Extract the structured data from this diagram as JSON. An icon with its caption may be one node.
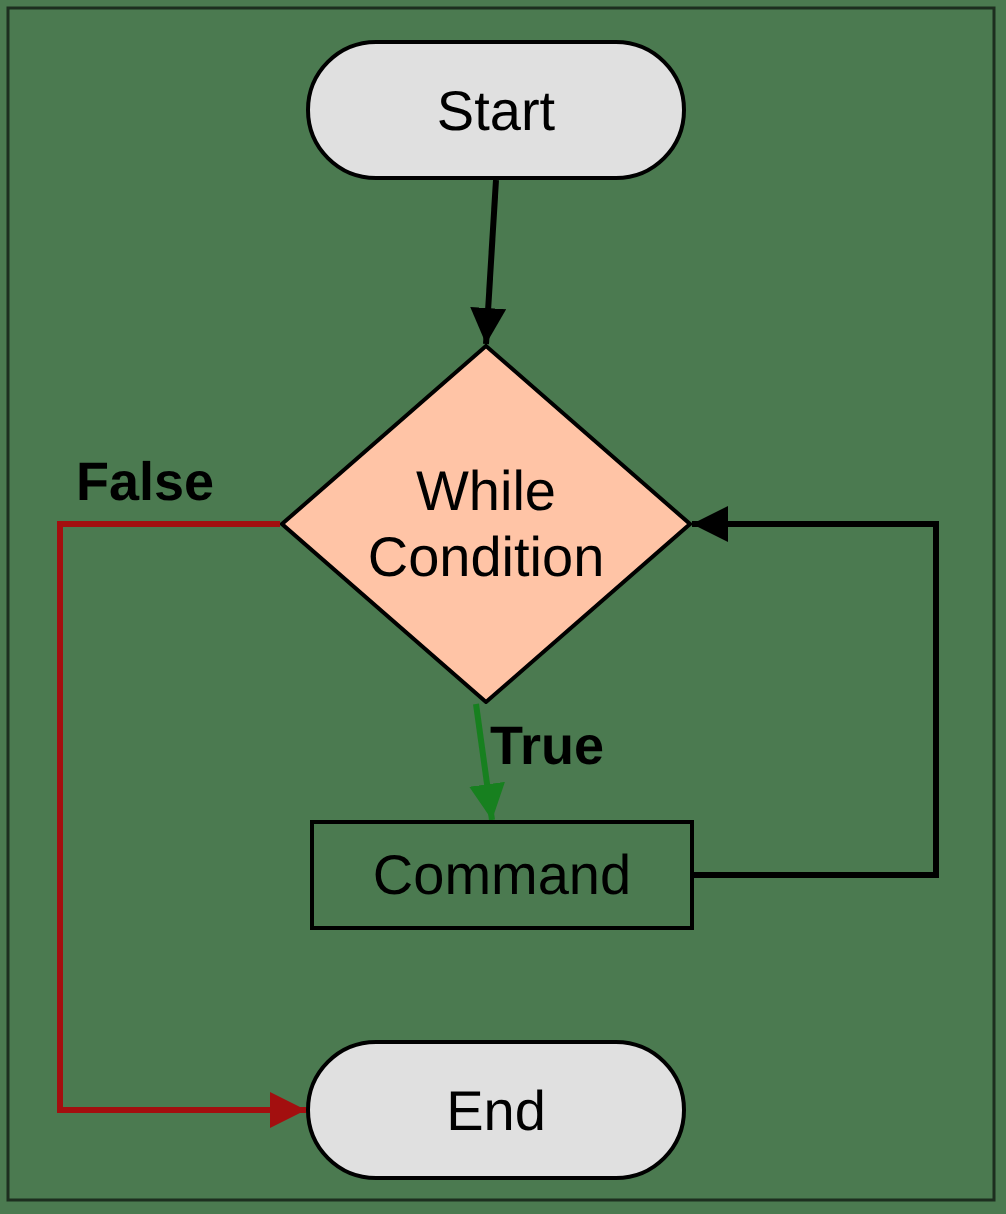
{
  "diagram": {
    "nodes": [
      {
        "text": [
          "Start"
        ]
      },
      {
        "text": [
          "While Condition"
        ]
      },
      {
        "text": [
          "Command"
        ]
      },
      {
        "text": [
          "End"
        ]
      }
    ],
    "edges": [
      {
        "from": 0,
        "to": 1,
        "arrow": "to"
      },
      {
        "from": 1,
        "to": 2,
        "arrow": "to",
        "label": "True",
        "color": "#17801f"
      },
      {
        "from": 2,
        "to": 1,
        "arrow": "to"
      },
      {
        "from": 1,
        "to": 3,
        "arrow": "to",
        "label": "False",
        "color": "#a30f0f"
      }
    ]
  }
}
